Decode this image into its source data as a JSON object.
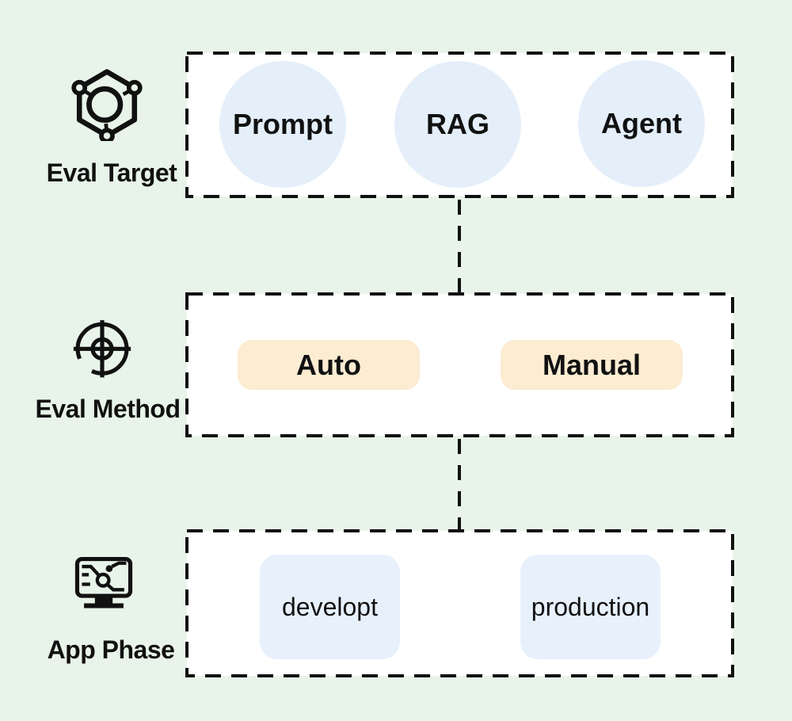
{
  "colors": {
    "page-bg": "#E8F4E9",
    "box-bg": "#FFFFFF",
    "line": "#111111",
    "text": "#111111",
    "target-item-bg": "#E4EFFA",
    "method-item-bg": "#FBECD2",
    "phase-item-bg": "#E7F1FC"
  },
  "sections": [
    {
      "label": "Eval Target",
      "icon": "molecule-hexagon-icon",
      "item_shape": "circle",
      "items": [
        "Prompt",
        "RAG",
        "Agent"
      ]
    },
    {
      "label": "Eval Method",
      "icon": "crosshair-target-icon",
      "item_shape": "pill",
      "items": [
        "Auto",
        "Manual"
      ]
    },
    {
      "label": "App Phase",
      "icon": "monitor-flowchart-icon",
      "item_shape": "card",
      "items": [
        "developt",
        "production"
      ]
    }
  ],
  "connectors": [
    {
      "from": "Eval Target",
      "to": "Eval Method",
      "style": "dashed-vertical"
    },
    {
      "from": "Eval Method",
      "to": "App Phase",
      "style": "dashed-vertical"
    }
  ]
}
